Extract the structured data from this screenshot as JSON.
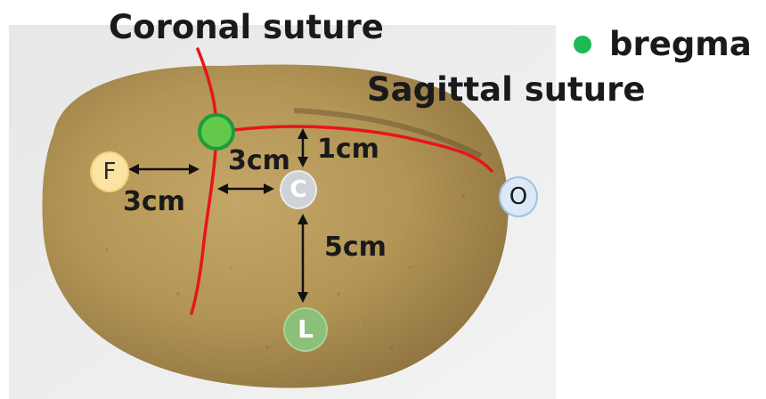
{
  "annotations": {
    "coronal_suture": "Coronal suture",
    "sagittal_suture": "Sagittal suture",
    "legend_label": "bregma",
    "measurements": [
      "1cm",
      "3cm",
      "3cm",
      "5cm"
    ]
  },
  "markers": {
    "f": "F",
    "c": "C",
    "l": "L",
    "o": "O"
  },
  "colors": {
    "suture_line": "#e8141b",
    "bregma": "#1db954",
    "skull": "#b89a5c",
    "marker_f": "#fbe3a4",
    "marker_c": "#cfd3d8",
    "marker_l": "#8cc07a",
    "marker_o": "#dbe9f6"
  }
}
